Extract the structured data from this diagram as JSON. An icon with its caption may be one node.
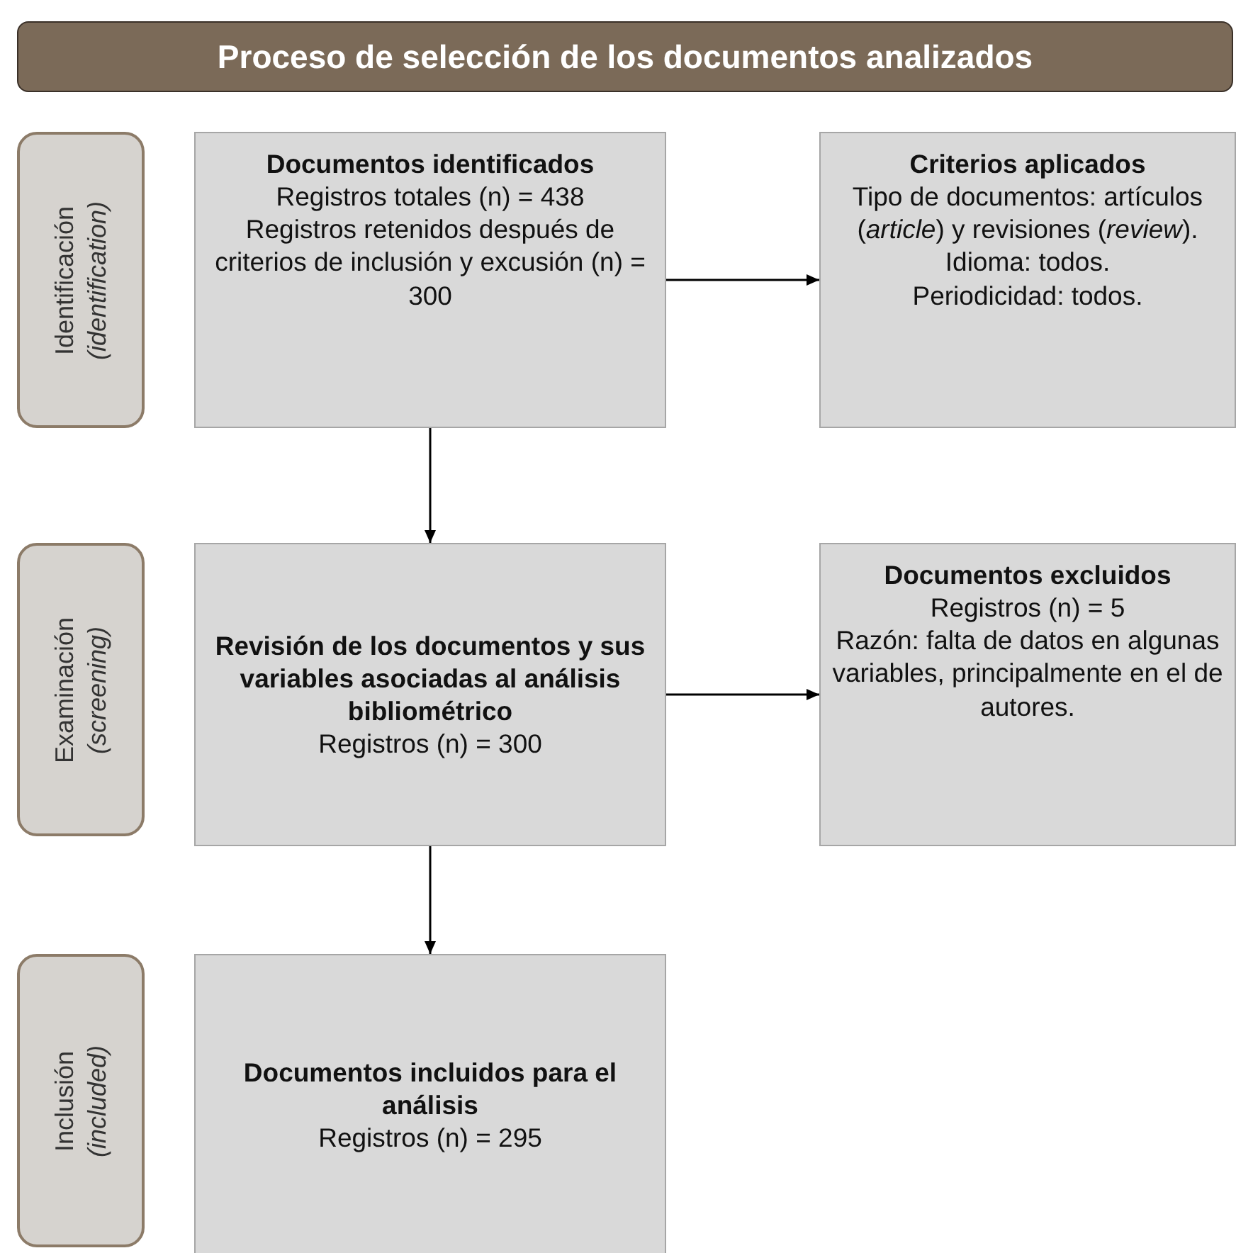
{
  "diagram": {
    "title": "Proceso de selección de los documentos analizados",
    "nodes": [
      {
        "text": [
          "Identificación",
          "(identification)"
        ]
      },
      {
        "text": [
          "Documentos identificados",
          "Registros totales (n) = 438",
          "Registros retenidos después de criterios de inclusión y excusión (n) = 300"
        ]
      },
      {
        "text": [
          "Criterios aplicados",
          "Tipo de documentos: artículos (*article*) y revisiones (*review*).",
          "Idioma: todos.",
          "Periodicidad: todos."
        ]
      },
      {
        "text": [
          "Examinación",
          "(screening)"
        ]
      },
      {
        "text": [
          "Revisión de los documentos y sus variables asociadas al análisis bibliométrico",
          "Registros (n) = 300"
        ]
      },
      {
        "text": [
          "Documentos excluidos",
          "Registros (n) = 5",
          "Razón: falta de datos en algunas variables, principalmente en el de autores."
        ]
      },
      {
        "text": [
          "Inclusión",
          "(included)"
        ]
      },
      {
        "text": [
          "Documentos incluidos para el análisis",
          "Registros (n) = 295"
        ]
      }
    ],
    "edges": [
      {
        "from": 1,
        "to": 2,
        "arrow": "to"
      },
      {
        "from": 1,
        "to": 4,
        "arrow": "to"
      },
      {
        "from": 4,
        "to": 5,
        "arrow": "to"
      },
      {
        "from": 4,
        "to": 7,
        "arrow": "to"
      }
    ]
  }
}
